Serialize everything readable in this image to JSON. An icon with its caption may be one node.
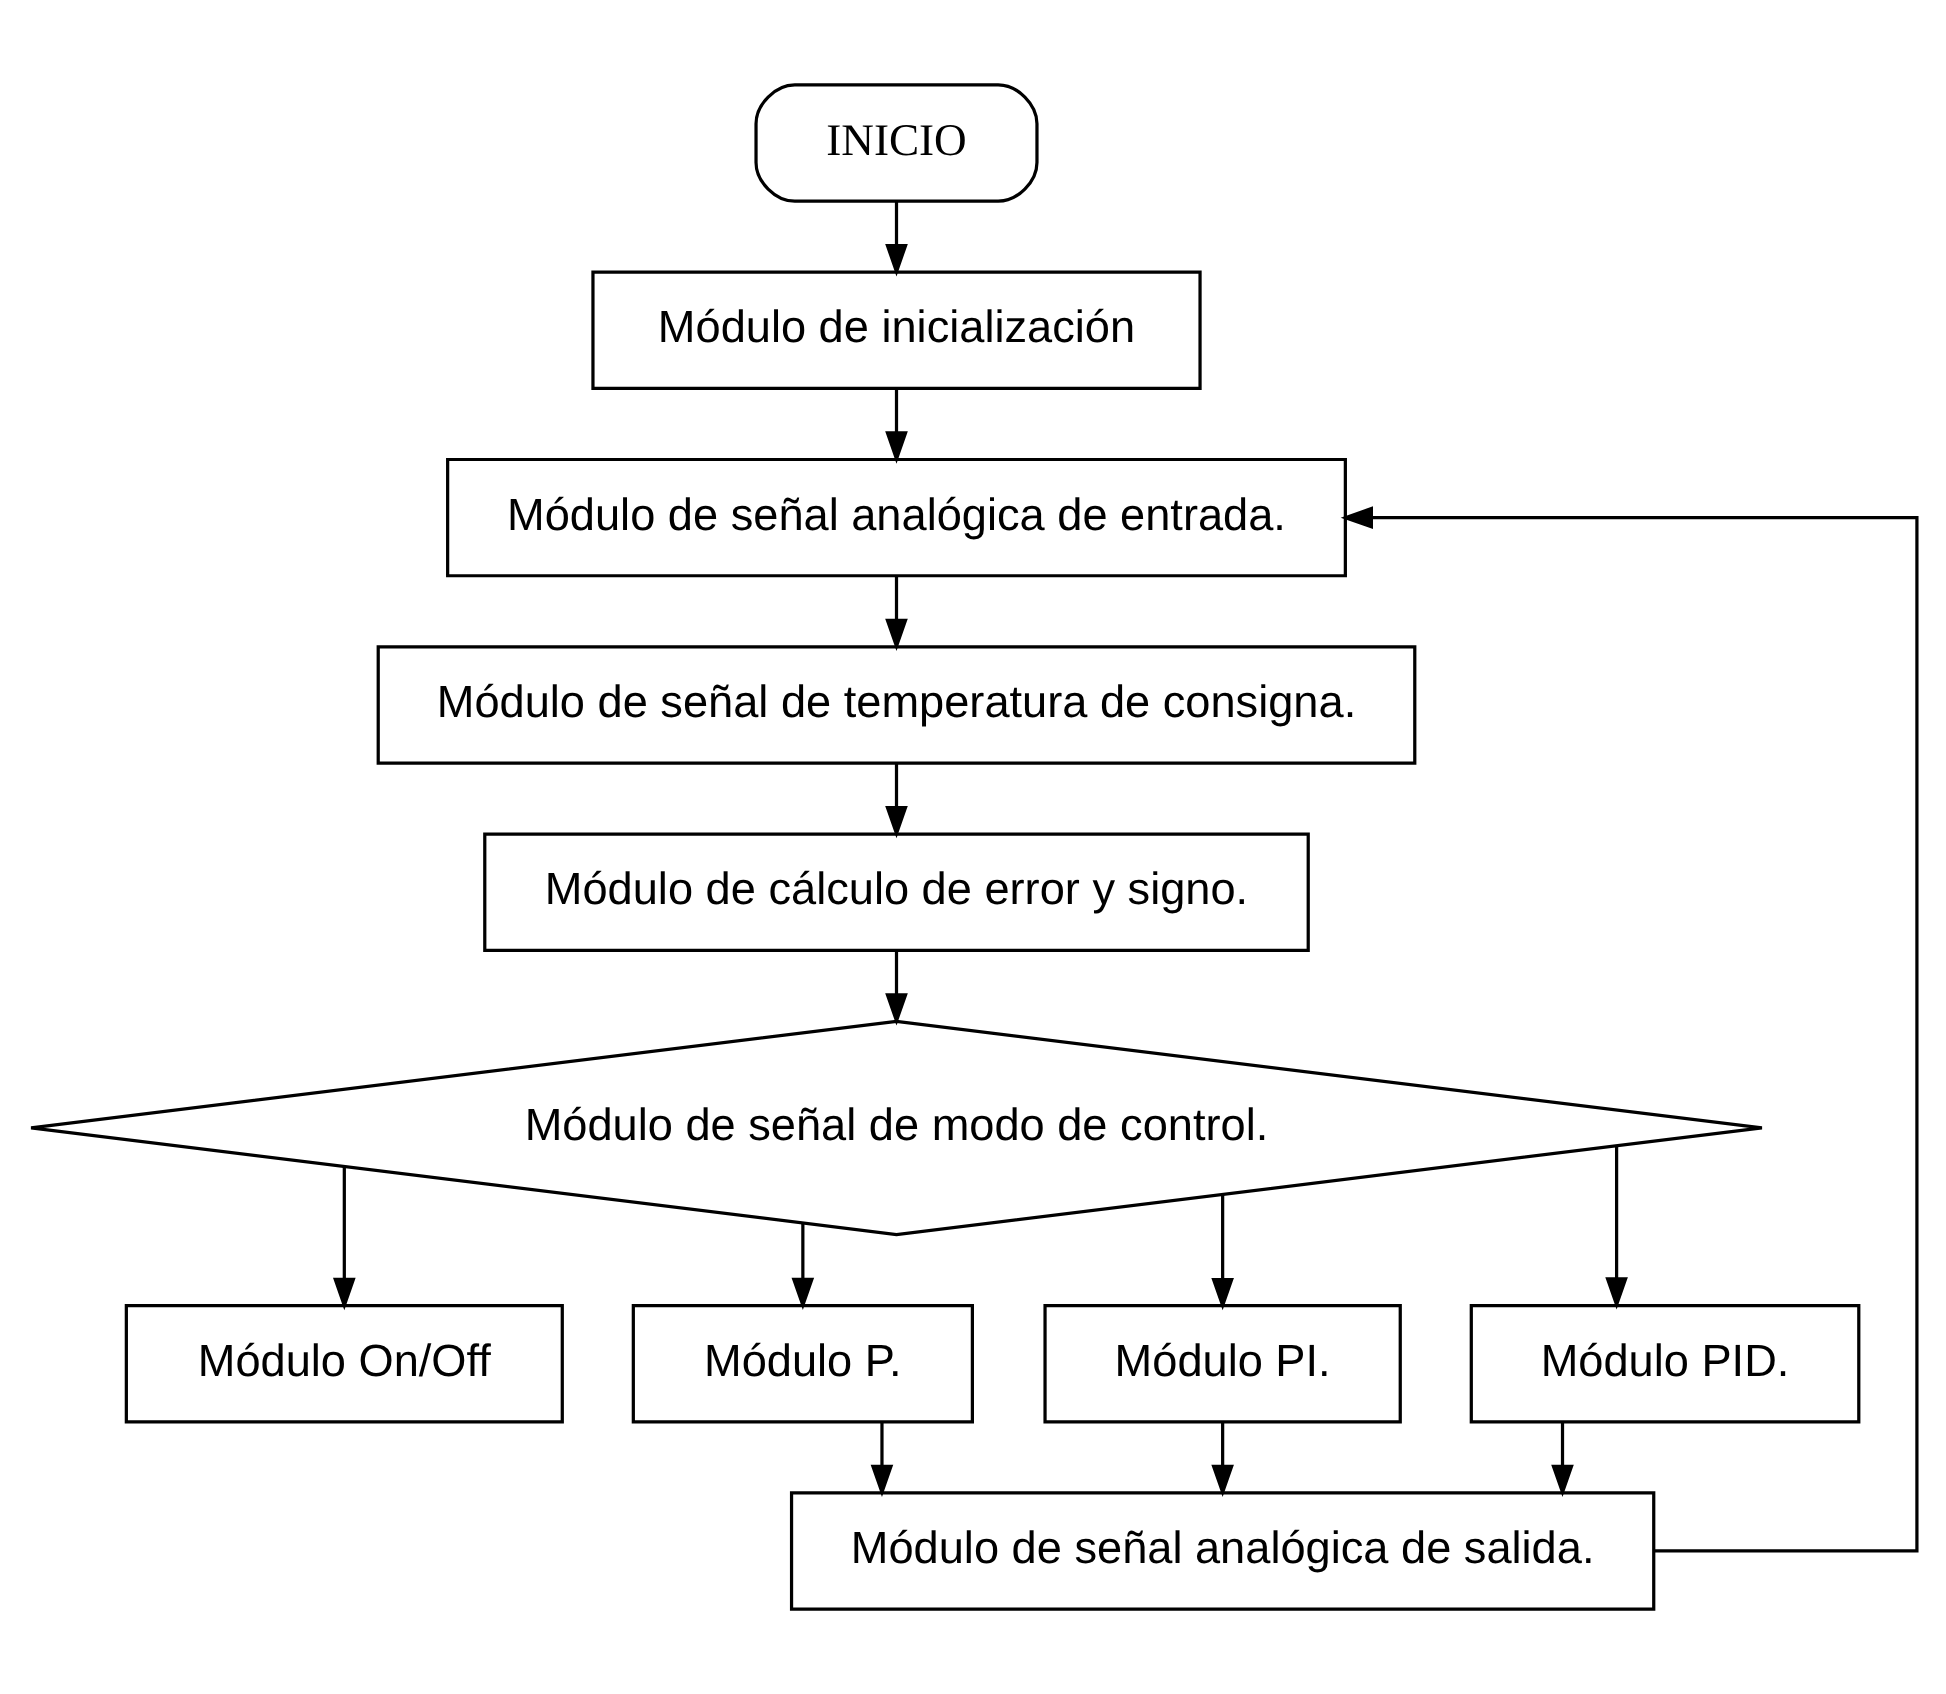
{
  "diagram": {
    "nodes": [
      {
        "text": [
          "INICIO"
        ]
      },
      {
        "text": [
          "Módulo de inicialización"
        ]
      },
      {
        "text": [
          "Módulo de señal analógica de entrada."
        ]
      },
      {
        "text": [
          "Módulo de señal de temperatura de consigna."
        ]
      },
      {
        "text": [
          "Módulo de cálculo de error y signo."
        ]
      },
      {
        "text": [
          "Módulo de señal de modo de control."
        ]
      },
      {
        "text": [
          "Módulo On/Off"
        ]
      },
      {
        "text": [
          "Módulo P."
        ]
      },
      {
        "text": [
          "Módulo PI."
        ]
      },
      {
        "text": [
          "Módulo PID."
        ]
      },
      {
        "text": [
          "Módulo de señal analógica de salida."
        ]
      }
    ],
    "edges": [
      {
        "from": 0,
        "to": 1,
        "arrow": "to"
      },
      {
        "from": 1,
        "to": 2,
        "arrow": "to"
      },
      {
        "from": 2,
        "to": 3,
        "arrow": "to"
      },
      {
        "from": 3,
        "to": 4,
        "arrow": "to"
      },
      {
        "from": 4,
        "to": 5,
        "arrow": "to"
      },
      {
        "from": 5,
        "to": 6,
        "arrow": "to"
      },
      {
        "from": 5,
        "to": 7,
        "arrow": "to"
      },
      {
        "from": 5,
        "to": 8,
        "arrow": "to"
      },
      {
        "from": 5,
        "to": 9,
        "arrow": "to"
      },
      {
        "from": 7,
        "to": 10,
        "arrow": "to"
      },
      {
        "from": 8,
        "to": 10,
        "arrow": "to"
      },
      {
        "from": 9,
        "to": 10,
        "arrow": "to"
      },
      {
        "from": 10,
        "to": 2,
        "arrow": "to"
      }
    ]
  }
}
